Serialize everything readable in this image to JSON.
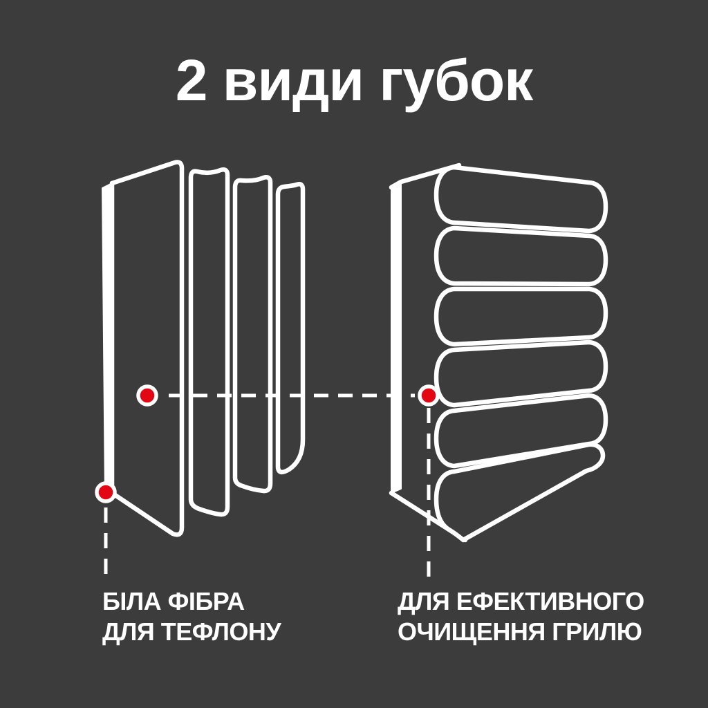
{
  "colors": {
    "background": "#3d3c3c",
    "accent_red": "#e30613",
    "line": "#ffffff"
  },
  "header": {
    "title": "2 види губок"
  },
  "annotations": {
    "left": {
      "line1": "БІЛА ФІБРА",
      "line2": "ДЛЯ ТЕФЛОНУ"
    },
    "right": {
      "line1": "ДЛЯ ЕФЕКТИВНОГО",
      "line2": "ОЧИЩЕННЯ ГРИЛЮ"
    }
  }
}
